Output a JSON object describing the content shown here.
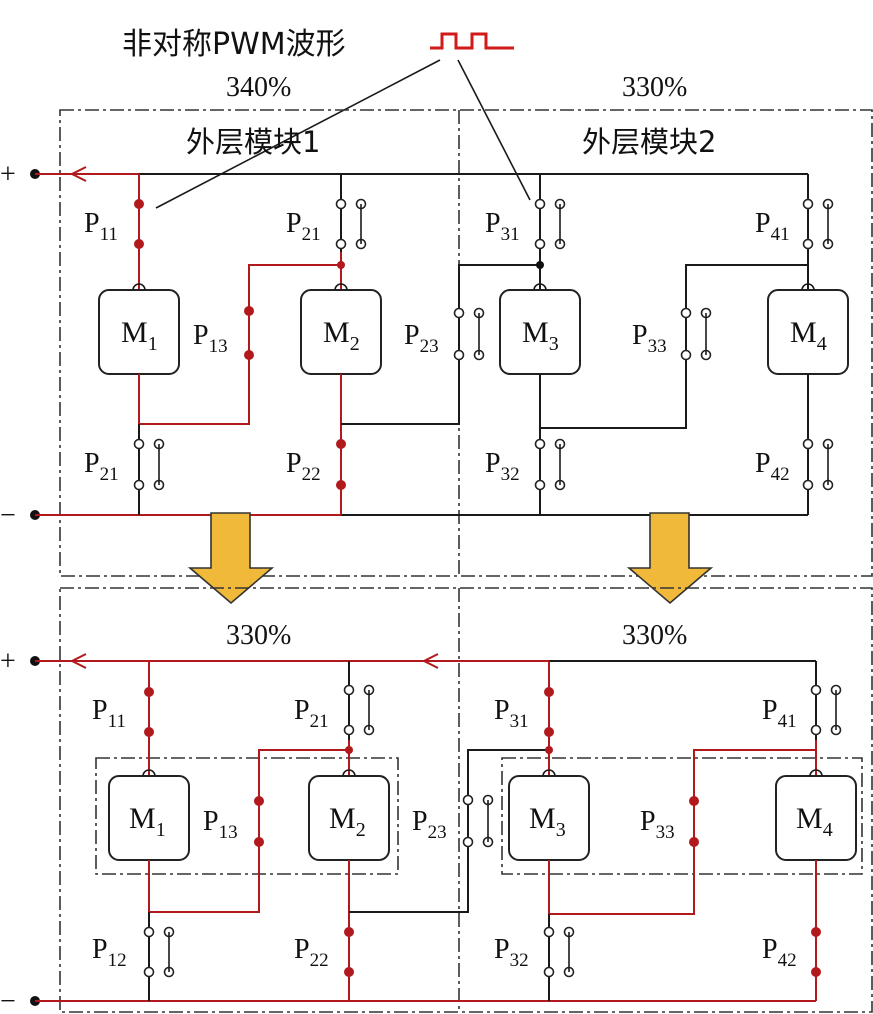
{
  "header": {
    "label": "非对称PWM波形",
    "pwm_color": "#d11a1a"
  },
  "colors": {
    "active": "#b2191c",
    "inactive": "#1a1a1a",
    "arrow_fill": "#f0b93a",
    "arrow_stroke": "#333333"
  },
  "terminals": {
    "plus": "+",
    "minus": "−"
  },
  "top": {
    "percent_left": "340%",
    "percent_right": "330%",
    "module1": "外层模块1",
    "module2": "外层模块2",
    "switches": {
      "p11": [
        "P",
        "11"
      ],
      "p21a": [
        "P",
        "21"
      ],
      "p31": [
        "P",
        "31"
      ],
      "p41": [
        "P",
        "41"
      ],
      "p13": [
        "P",
        "13"
      ],
      "p23": [
        "P",
        "23"
      ],
      "p33": [
        "P",
        "33"
      ],
      "p21b": [
        "P",
        "21"
      ],
      "p22": [
        "P",
        "22"
      ],
      "p32": [
        "P",
        "32"
      ],
      "p42": [
        "P",
        "42"
      ]
    }
  },
  "bottom": {
    "percent_left": "330%",
    "percent_right": "330%",
    "switches": {
      "p11": [
        "P",
        "11"
      ],
      "p21": [
        "P",
        "21"
      ],
      "p31": [
        "P",
        "31"
      ],
      "p41": [
        "P",
        "41"
      ],
      "p13": [
        "P",
        "13"
      ],
      "p23": [
        "P",
        "23"
      ],
      "p33": [
        "P",
        "33"
      ],
      "p12": [
        "P",
        "12"
      ],
      "p22": [
        "P",
        "22"
      ],
      "p32": [
        "P",
        "32"
      ],
      "p42": [
        "P",
        "42"
      ]
    }
  },
  "modules": {
    "m1": [
      "M",
      "1"
    ],
    "m2": [
      "M",
      "2"
    ],
    "m3": [
      "M",
      "3"
    ],
    "m4": [
      "M",
      "4"
    ]
  }
}
